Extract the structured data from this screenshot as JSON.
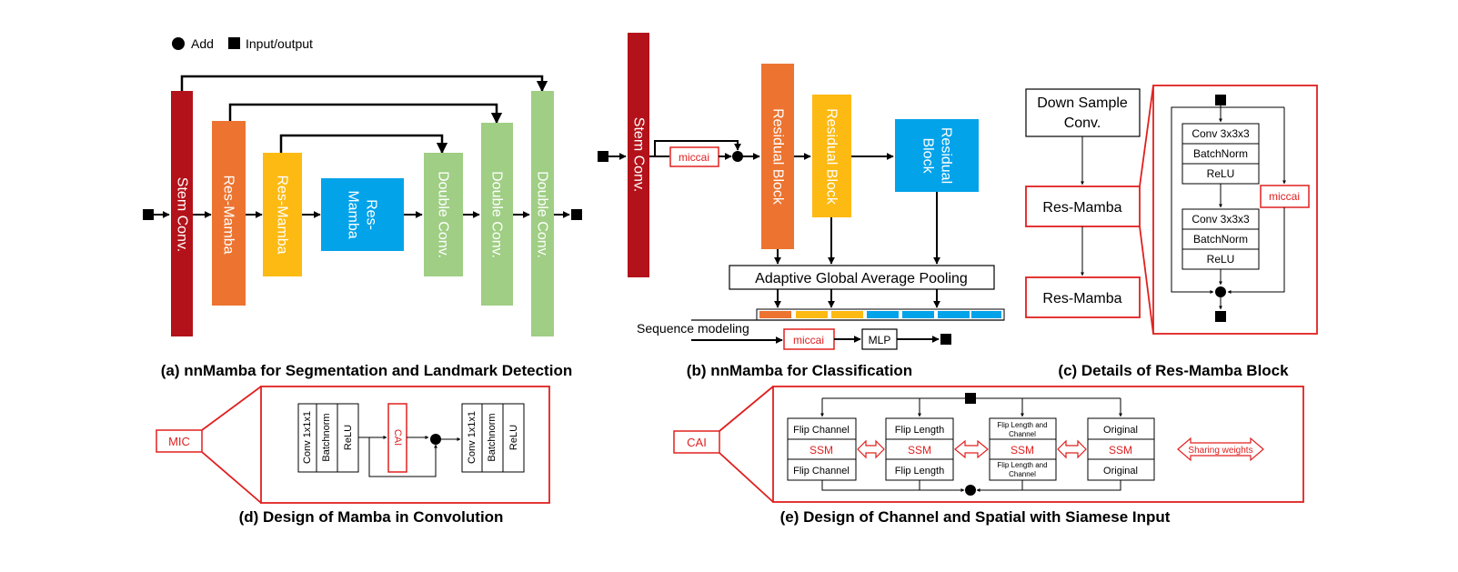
{
  "legend": {
    "add": "Add",
    "io": "Input/output"
  },
  "panel_a": {
    "stem": "Stem Conv.",
    "res1": "Res-Mamba",
    "res2": "Res-Mamba",
    "res3_line1": "Res-",
    "res3_line2": "Mamba",
    "dc1": "Double Conv.",
    "dc2": "Double Conv.",
    "dc3": "Double Conv.",
    "caption": "(a) nnMamba for Segmentation and Landmark Detection"
  },
  "panel_b": {
    "stem": "Stem Conv.",
    "miccai_top": "miccai",
    "rb1": "Residual Block",
    "rb2": "Residual Block",
    "rb3_line1": "Residual",
    "rb3_line2": "Block",
    "pool": "Adaptive Global Average Pooling",
    "seq": "Sequence modeling",
    "miccai_bottom": "miccai",
    "mlp": "MLP",
    "caption": "(b) nnMamba for Classification"
  },
  "panel_c": {
    "down_line1": "Down Sample",
    "down_line2": "Conv.",
    "res1": "Res-Mamba",
    "res2": "Res-Mamba",
    "conv1": "Conv 3x3x3",
    "bn1": "BatchNorm",
    "relu1": "ReLU",
    "conv2": "Conv 3x3x3",
    "bn2": "BatchNorm",
    "relu2": "ReLU",
    "miccai": "miccai",
    "caption": "(c) Details of Res-Mamba Block"
  },
  "panel_d": {
    "mic": "MIC",
    "conv1": "Conv 1x1x1",
    "bn1": "Batchnorm",
    "relu1": "ReLU",
    "cai": "CAI",
    "conv2": "Conv 1x1x1",
    "bn2": "Batchnorm",
    "relu2": "ReLU",
    "caption": "(d) Design of Mamba in Convolution"
  },
  "panel_e": {
    "cai": "CAI",
    "top1": "Flip Channel",
    "top2": "Flip Length",
    "top3_line1": "Flip Length and",
    "top3_line2": "Channel",
    "top4": "Original",
    "ssm": "SSM",
    "bot1": "Flip Channel",
    "bot2": "Flip Length",
    "bot3_line1": "Flip Length and",
    "bot3_line2": "Channel",
    "bot4": "Original",
    "sharing": "Sharing weights",
    "caption": "(e) Design of Channel and Spatial with Siamese Input"
  },
  "colors": {
    "stem": "#b3121a",
    "res_orange": "#ec7430",
    "res_yellow": "#fdba12",
    "blue": "#03a3ea",
    "green": "#9fce84",
    "accent_red": "#e0201f"
  }
}
